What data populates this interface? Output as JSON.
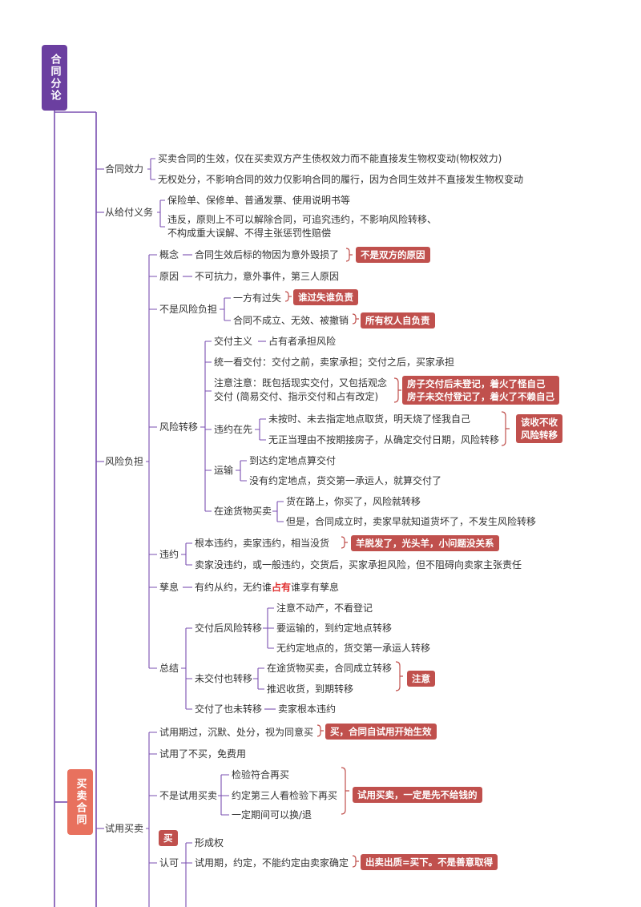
{
  "colors": {
    "root": "#6b3fa0",
    "section": "#e8715e",
    "callout": "#c0504d",
    "bracket": "#c0504d",
    "line": "#7a4fb0"
  },
  "root": {
    "label": "合同分论"
  },
  "section": {
    "label": "买卖合同"
  },
  "nodes": {
    "he_tong_xiao_li": "合同效力",
    "xiao_li_1": "买卖合同的生效，仅在买卖双方产生债权效力而不能直接发生物权变动(物权效力)",
    "xiao_li_2": "无权处分，不影响合同的效力仅影响合同的履行，因为合同生效并不直接发生物权变动",
    "cong_gei_fu": "从给付义务",
    "cong_1": "保险单、保修单、普通发票、使用说明书等",
    "cong_2": "违反，原则上不可以解除合同，可追究违约，不影响风险转移、\n不构成重大误解、不得主张惩罚性赔偿",
    "feng_xian_fu_dan": "风险负担",
    "gai_nian": "概念",
    "gai_nian_v": "合同生效后标的物因为意外毁损了",
    "yuan_yin": "原因",
    "yuan_yin_v": "不可抗力，意外事件，第三人原因",
    "bu_shi": "不是风险负担",
    "bu_shi_1": "一方有过失",
    "bu_shi_2": "合同不成立、无效、被撤销",
    "feng_xian_zhuan_yi": "风险转移",
    "jiao_fu_zhu_yi": "交付主义",
    "jiao_fu_zhu_yi_v": "占有者承担风险",
    "tong_yi_kan": "统一看交付：交付之前，卖家承担；交付之后，买家承担",
    "zhu_yi": "注意注意：既包括现实交付，又包括观念\n交付 (简易交付、指示交付和占有改定)",
    "wei_yue_zai_xian": "违约在先",
    "wei_yue_1": "未按时、未去指定地点取货，明天烧了怪我自己",
    "wei_yue_2": "无正当理由不按期接房子，从确定交付日期，风险转移",
    "yun_shu": "运输",
    "yun_shu_1": "到达约定地点算交付",
    "yun_shu_2": "没有约定地点，货交第一承运人，就算交付了",
    "zai_tu": "在途货物买卖",
    "zai_tu_1": "货在路上，你买了，风险就转移",
    "zai_tu_2": "但是，合同成立时，卖家早就知道货坏了，不发生风险转移",
    "wei_yue": "违约",
    "gen_ben": "根本违约，卖家违约，相当没货",
    "mai_jia_mei": "卖家没违约，或一般违约，交货后，买家承担风险，但不阻碍向卖家主张责任",
    "zi_xi": "孳息",
    "zi_xi_v_pre": "有约从约，无约谁",
    "zi_xi_v_red": "占有",
    "zi_xi_v_post": "谁享有孳息",
    "zong_jie": "总结",
    "jiao_fu_hou": "交付后风险转移",
    "jh_1": "注意不动产，不看登记",
    "jh_2": "要运输的，到约定地点转移",
    "jh_3": "无约定地点的，货交第一承运人转移",
    "wei_jiao_fu": "未交付也转移",
    "wj_1": "在途货物买卖，合同成立转移",
    "wj_2": "推迟收货，到期转移",
    "jiao_le_ye": "交付了也未转移",
    "jiao_le_ye_v": "卖家根本违约",
    "shi_yong": "试用买卖",
    "sy_1": "试用期过，沉默、处分，视为同意买",
    "sy_2": "试用了不买，免费用",
    "bu_shi_shi_yong": "不是试用买卖",
    "bs_1": "检验符合再买",
    "bs_2": "约定第三人看检验下再买",
    "bs_3": "一定期间可以换/退",
    "ren_ke": "认可",
    "rk_1": "形成权",
    "rk_2": "试用期，约定，不能约定由卖家确定"
  },
  "callouts": {
    "c_bu_shi_shuang_fang": "不是双方的原因",
    "c_shei_guo_shi": "谁过失谁负责",
    "c_suo_you_quan": "所有权人自负责",
    "c_fang_zi": "房子交付后未登记，着火了怪自己\n房子未交付登记了，着火了不赖自己",
    "c_gai_shou": "该收不收\n风险转移",
    "c_yang_tuo": "羊脱发了，光头羊，小问题没关系",
    "c_zhu_yi": "注意",
    "c_shi_yong_sheng_xiao": "买，合同自试用开始生效",
    "c_bu_gei_qian": "试用买卖，一定是先不给钱的",
    "c_mai": "买",
    "c_chu_mai": "出卖出质=买下。不是善意取得"
  }
}
